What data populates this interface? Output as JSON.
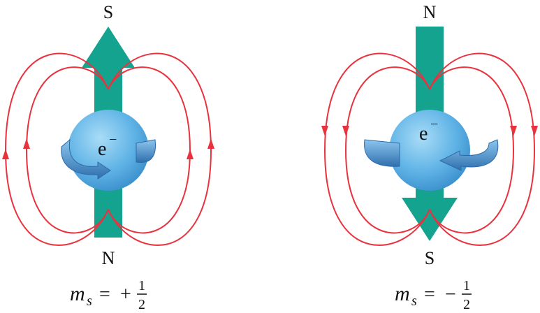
{
  "colors": {
    "arrow": "#14a38e",
    "field": "#e8333f",
    "sphere": "#5fb3e6",
    "ring": "#3f86c6"
  },
  "left": {
    "top_pole": "S",
    "bottom_pole": "N",
    "electron": "e",
    "charge": "−",
    "formula": {
      "symbol": "m",
      "subscript": "s",
      "equals": "=",
      "sign": "+",
      "numerator": "1",
      "denominator": "2"
    }
  },
  "right": {
    "top_pole": "N",
    "bottom_pole": "S",
    "electron": "e",
    "charge": "−",
    "formula": {
      "symbol": "m",
      "subscript": "s",
      "equals": "=",
      "sign": "−",
      "numerator": "1",
      "denominator": "2"
    }
  }
}
